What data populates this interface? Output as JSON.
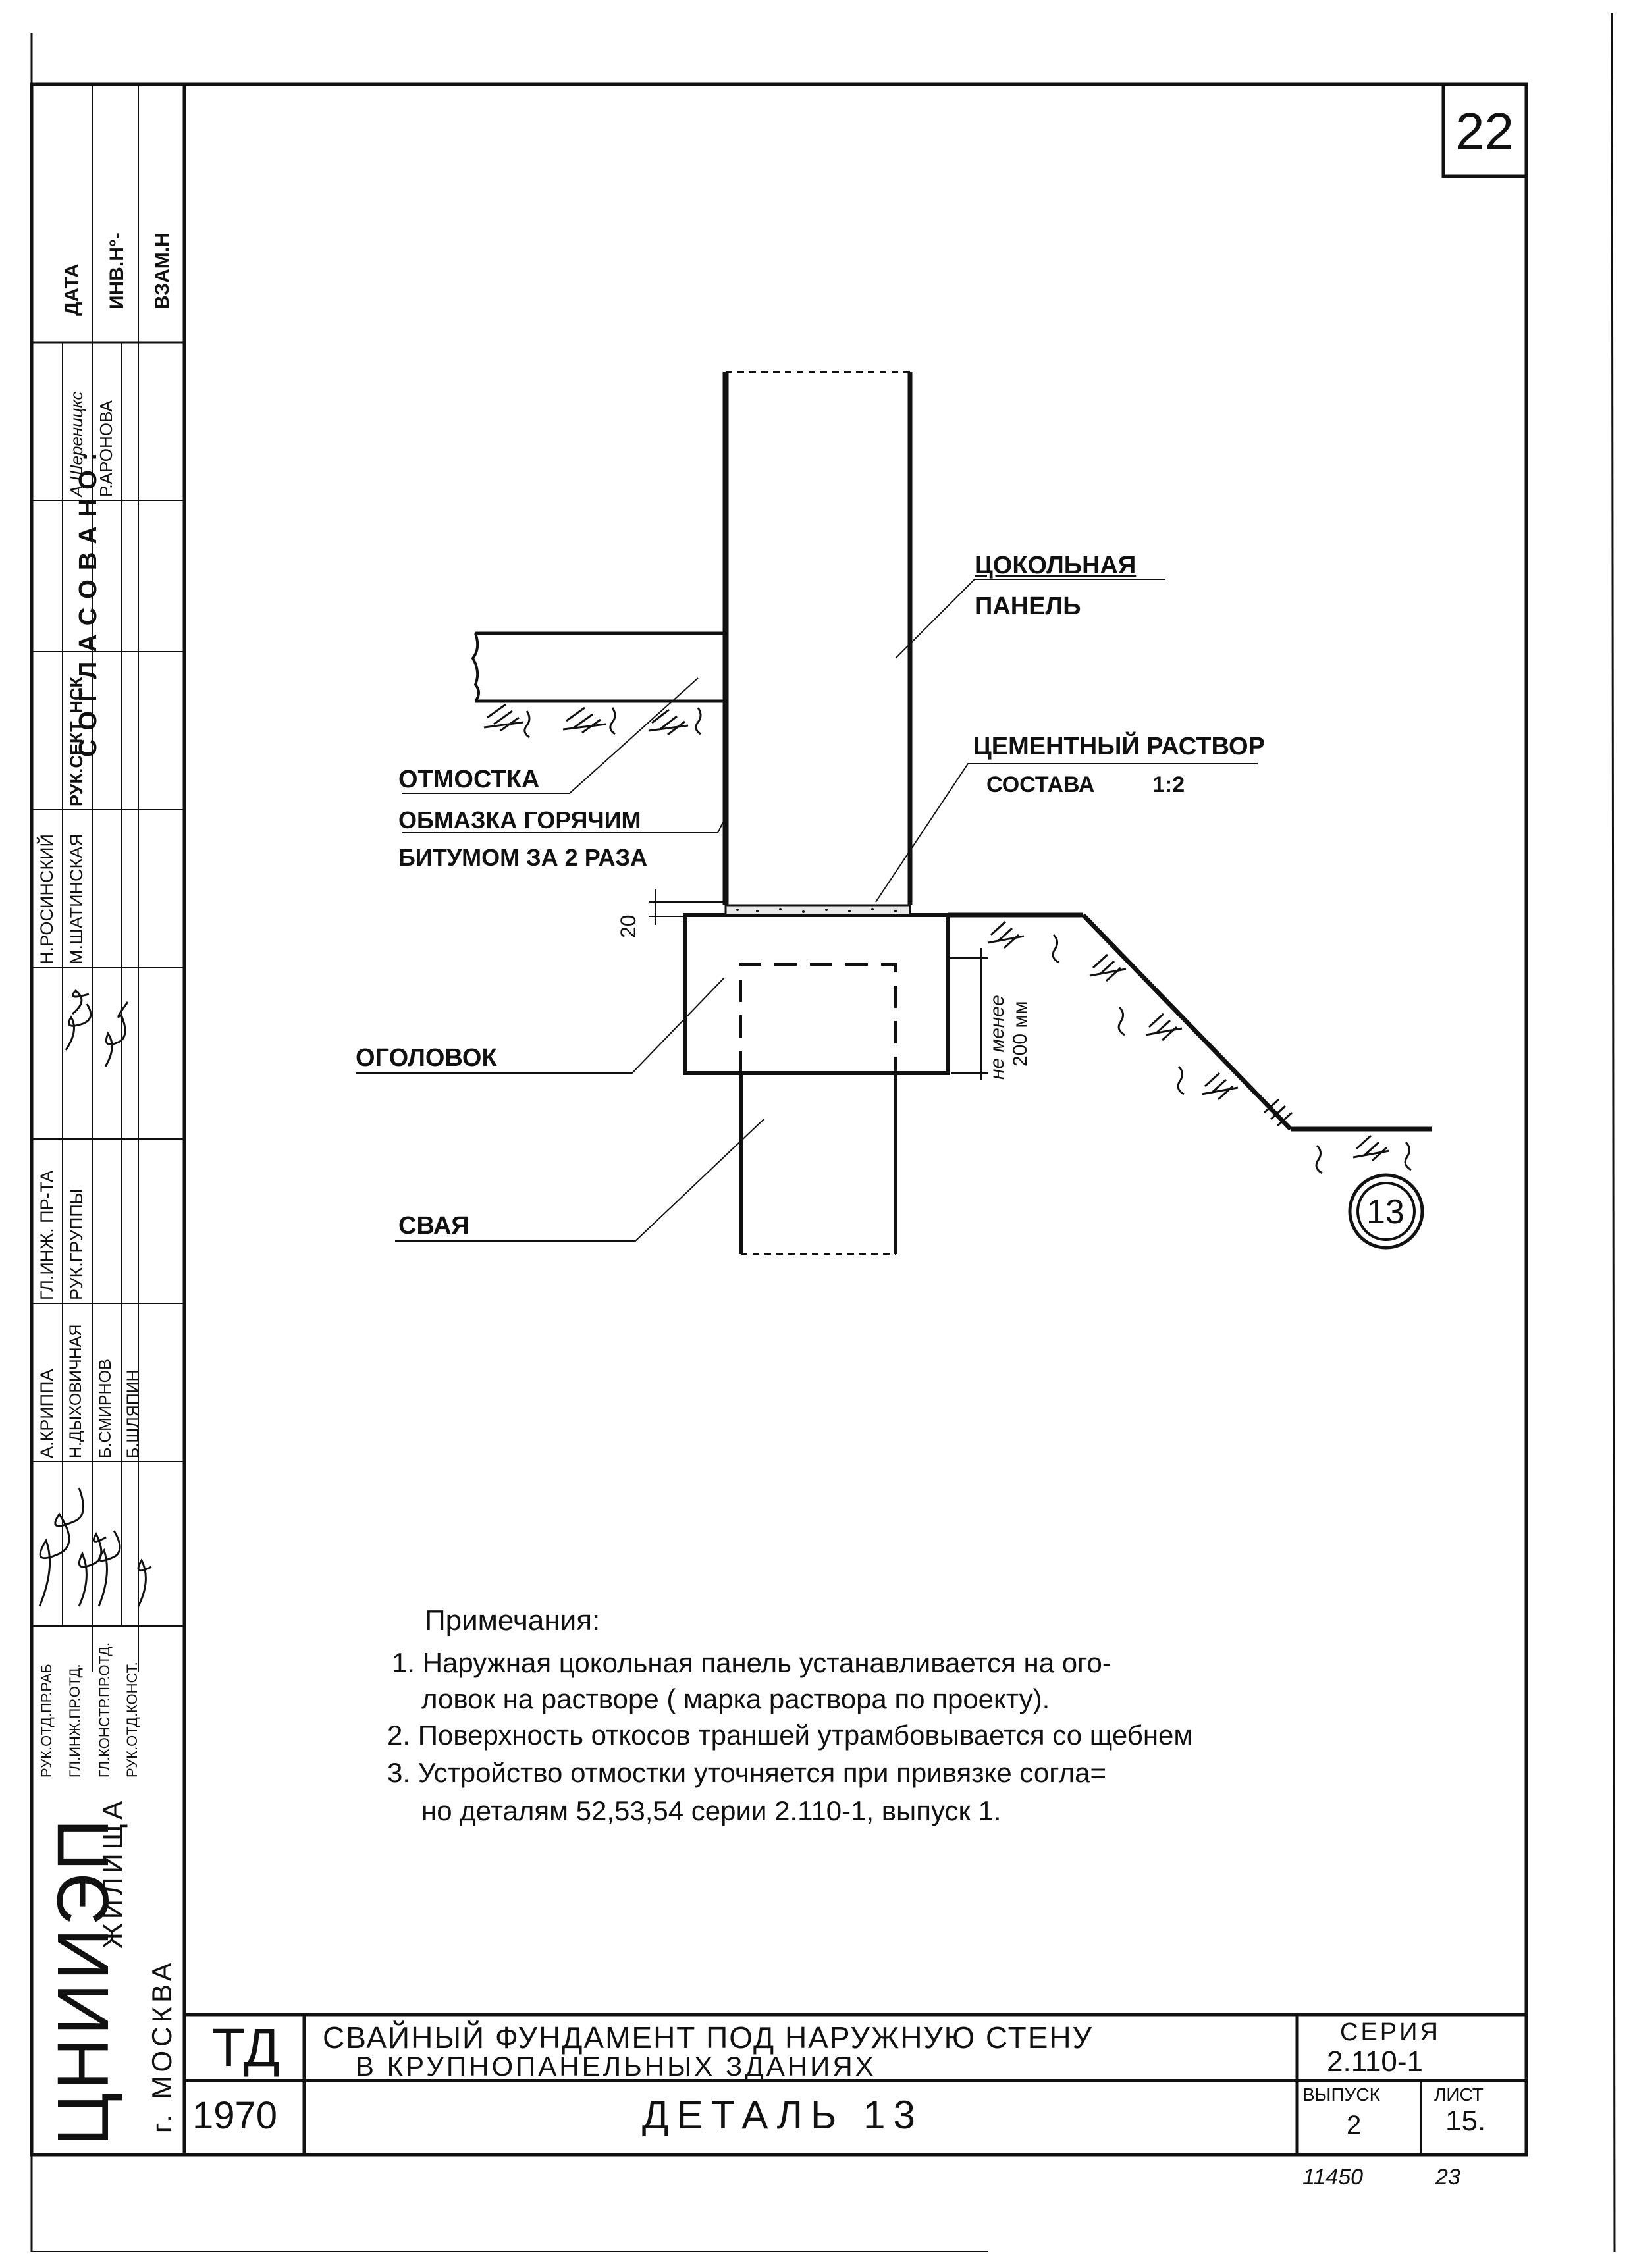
{
  "sheet": {
    "page_number": "22",
    "bottom_marks": {
      "left": "11450",
      "right": "23"
    }
  },
  "approval": {
    "heading": "СОГЛАСОВАНО:",
    "date_label": "ДАТА",
    "inv_label": "ИНВ.Н°-",
    "vzamen_label": "ВЗАМ.Н",
    "sect_head_label": "РУК.СЕКТ. НСК",
    "names": [
      "А.Шереницкс",
      "Р.АРОНОВА"
    ]
  },
  "stamp_left": {
    "org": "ЦНИИЭП",
    "org_sub": "ЖИЛИЩА",
    "city": "г. МОСКВА",
    "roles": [
      "РУК.ОТД.ПР.РАБ",
      "ГЛ.ИНЖ.ПР.ОТД.",
      "ГЛ.КОНСТР.ПР.ОТД.",
      "РУК.ОТД.КОНСТ."
    ],
    "sign_roles": [
      "ГЛ.ИНЖ. ПР-ТА",
      "РУК.ГРУППЫ"
    ],
    "people": [
      "А.КРИППА",
      "Н.ДЫХОВИЧНАЯ",
      "Б.СМИРНОВ",
      "Б.ШЛЯПИН",
      "Н.РОСИНСКИЙ",
      "М.ШАТИНСКАЯ"
    ]
  },
  "drawing": {
    "labels": {
      "panel": [
        "ЦОКОЛЬНАЯ",
        "ПАНЕЛЬ"
      ],
      "mortar": [
        "ЦЕМЕНТНЫЙ РАСТВОР",
        "СОСТАВА",
        "1:2"
      ],
      "apron": "ОТМОСТКА",
      "coating": [
        "ОБМАЗКА ГОРЯЧИМ",
        "БИТУМОМ ЗА 2 РАЗА"
      ],
      "cap": "ОГОЛОВОК",
      "pile": "СВАЯ",
      "dim_20": "20",
      "dim_min": [
        "не менее",
        "200 мм"
      ],
      "detail_number": "13"
    }
  },
  "notes": {
    "title": "Примечания:",
    "items": [
      "1. Наружная цокольная панель устанавливается на ого-",
      "ловок на растворе ( марка раствора по проекту).",
      "2. Поверхность откосов траншей утрамбовывается со щебнем",
      "3. Устройство отмостки уточняется при привязке согла=",
      "но деталям 52,53,54 серии 2.110-1, выпуск 1."
    ]
  },
  "title_block": {
    "code": "ТД",
    "year": "1970",
    "title_line1": "СВАЙНЫЙ ФУНДАМЕНТ ПОД НАРУЖНУЮ СТЕНУ",
    "title_line2": "В КРУПНОПАНЕЛЬНЫХ ЗДАНИЯХ",
    "detail": "ДЕТАЛЬ 13",
    "series_label": "СЕРИЯ",
    "series_value": "2.110-1",
    "issue_label": "ВЫПУСК",
    "issue_value": "2",
    "sheet_label": "ЛИСТ",
    "sheet_value": "15."
  }
}
